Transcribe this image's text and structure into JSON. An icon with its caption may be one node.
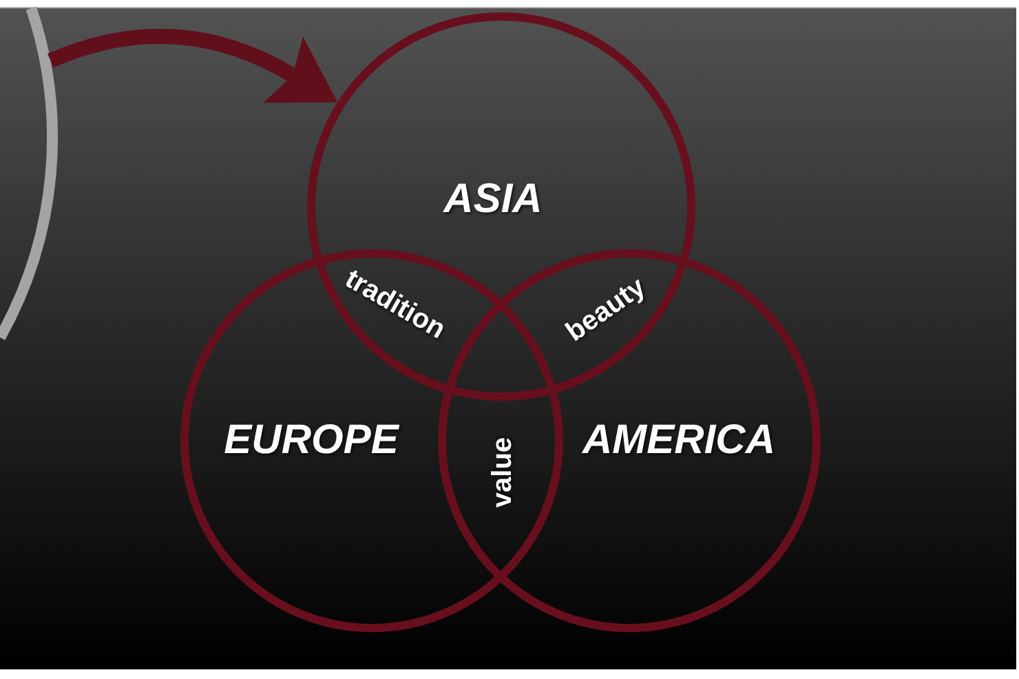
{
  "diagram": {
    "nodes": [
      {
        "text": [],
        "shape": "circle"
      },
      {
        "text": [
          "ASIA"
        ]
      },
      {
        "text": [
          "EUROPE"
        ]
      },
      {
        "text": [
          "AMERICA"
        ]
      }
    ],
    "edges": [
      {
        "from": 0,
        "to": 1,
        "arrow": "to"
      }
    ],
    "labels": [
      "tradition",
      "beauty",
      "value"
    ]
  }
}
